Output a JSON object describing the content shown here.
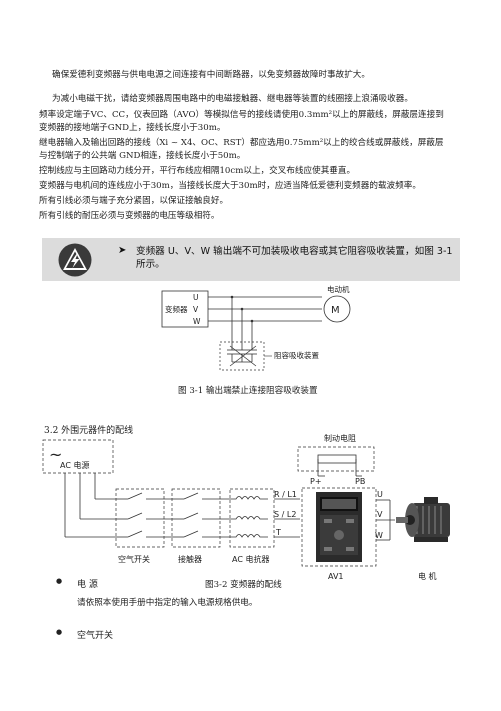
{
  "paragraphs": [
    "确保爱德利变频器与供电电源之间连接有中间断路器，以免变频器故障时事故扩大。",
    "为减小电磁干扰，请给变频器周围电路中的电磁接触器、继电器等装置的线圈接上浪涌吸收器。",
    "频率设定端子VC、CC，仪表回路（AVO）等模拟信号的接线请使用0.3mm²以上的屏蔽线，屏蔽层连接到",
    "变频器的接地端子GND上，接线长度小于30m。",
    "继电器输入及输出回路的接线（Xi ~ X4、OC、RST）都应选用0.75mm²以上的绞合线或屏蔽线，屏蔽层",
    "与控制端子的公共端 GND相连，接线长度小于50m。",
    "控制线应与主回路动力线分开，平行布线应相隔10cm以上，交叉布线应使其垂直。",
    "变频器与电机间的连线应小于30m，当接线长度大于30m时，应适当降低爱德利变频器的载波频率。",
    "所有引线必须与端子充分紧固，以保证接触良好。",
    "所有引线的耐压必须与变频器的电压等级相符。"
  ],
  "warning": {
    "bullet": "➤",
    "line1": "变频器 U、V、W 输出端不可加装吸收电容或其它阻容吸收装置，如图 3-1",
    "line2": "所示。"
  },
  "figure1": {
    "inverter_label": "变频器",
    "terminals": [
      "U",
      "V",
      "W"
    ],
    "motor_label": "电动机",
    "motor_symbol": "M",
    "rc_label": "阻容吸收装置",
    "caption": "图 3-1    输出端禁止连接阻容吸收装置"
  },
  "section_title": "3.2    外围元器件的配线",
  "figure2": {
    "ac_label": "AC 电源",
    "ac_symbol": "~",
    "brake_label": "制动电阻",
    "p_plus": "P+",
    "pb": "PB",
    "inputs": [
      "R / L1",
      "S / L2",
      "T"
    ],
    "outputs": [
      "U",
      "V",
      "W"
    ],
    "breaker_label": "空气开关",
    "contactor_label": "接触器",
    "reactor_label": "AC 电抗器",
    "drive_label": "AV1",
    "motor_label": "电    机",
    "caption": "图3-2    变频器的配线"
  },
  "bullets": [
    {
      "symbol": "●",
      "label": "电        源",
      "desc": "请依照本使用手册中指定的输入电源规格供电。"
    },
    {
      "symbol": "●",
      "label": "空气开关",
      "desc": ""
    }
  ]
}
